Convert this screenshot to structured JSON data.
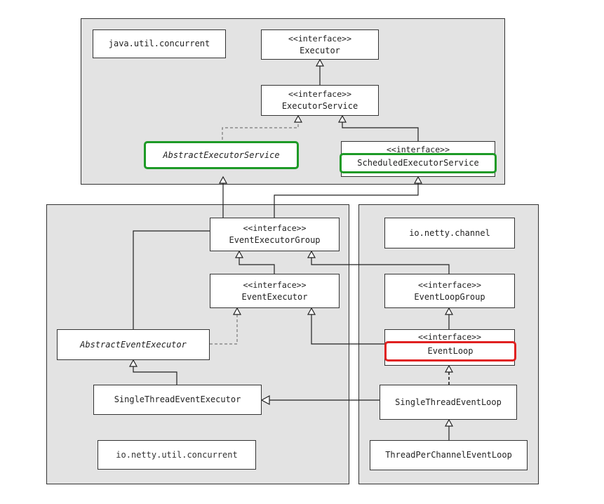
{
  "packages": {
    "java_util_concurrent": "java.util.concurrent",
    "io_netty_channel": "io.netty.channel",
    "io_netty_util_concurrent": "io.netty.util.concurrent"
  },
  "stereotype": "<<interface>>",
  "classes": {
    "executor": "Executor",
    "executor_service": "ExecutorService",
    "abstract_executor_service": "AbstractExecutorService",
    "scheduled_executor_service": "ScheduledExecutorService",
    "event_executor_group": "EventExecutorGroup",
    "event_executor": "EventExecutor",
    "abstract_event_executor": "AbstractEventExecutor",
    "single_thread_event_executor": "SingleThreadEventExecutor",
    "event_loop_group": "EventLoopGroup",
    "event_loop": "EventLoop",
    "single_thread_event_loop": "SingleThreadEventLoop",
    "thread_per_channel_event_loop": "ThreadPerChannelEventLoop"
  },
  "highlight_colors": {
    "green": "#1d9a26",
    "red": "#e02020"
  }
}
